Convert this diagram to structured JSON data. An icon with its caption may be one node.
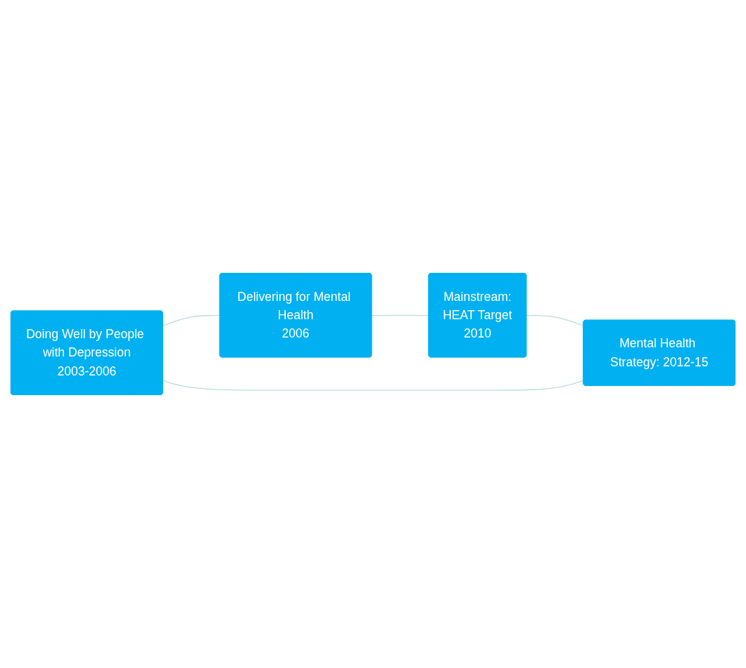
{
  "diagram": {
    "nodes": [
      {
        "text": [
          "Doing Well by People with Depression",
          "2003-2006"
        ]
      },
      {
        "text": [
          "Delivering for Mental Health",
          "2006"
        ]
      },
      {
        "text": [
          "Mainstream:",
          "HEAT Target",
          "2010"
        ]
      },
      {
        "text": [
          "Mental Health Strategy: 2012-15"
        ]
      }
    ],
    "edges": [
      {
        "from": 0,
        "to": 1,
        "arrow": "none"
      },
      {
        "from": 1,
        "to": 2,
        "arrow": "none"
      },
      {
        "from": 2,
        "to": 3,
        "arrow": "none"
      },
      {
        "from": 3,
        "to": 0,
        "arrow": "none"
      }
    ]
  }
}
